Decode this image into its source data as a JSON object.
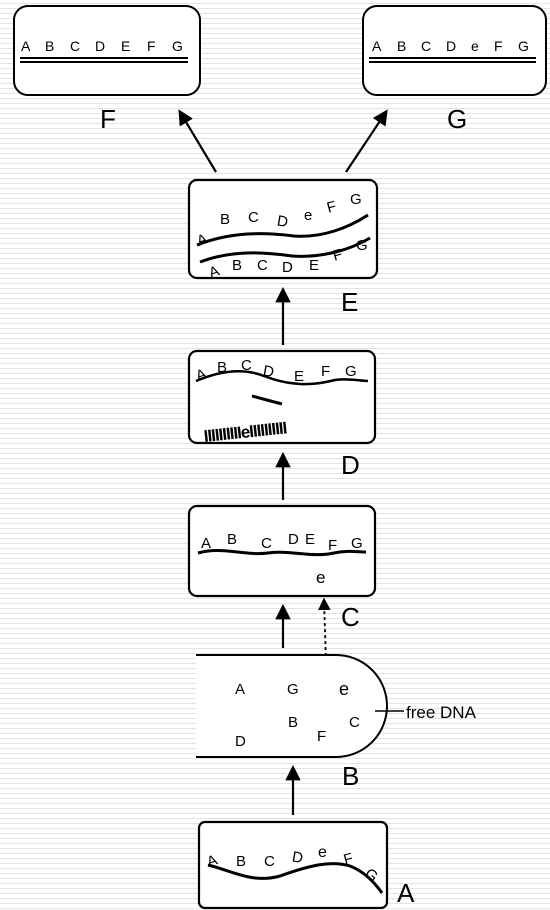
{
  "diagram": {
    "panels": {
      "A": {
        "label": "A",
        "letters": [
          "A",
          "B",
          "C",
          "D",
          "e",
          "F",
          "G"
        ]
      },
      "B": {
        "label": "B",
        "letters": [
          "A",
          "G",
          "e",
          "B",
          "C",
          "D",
          "F"
        ],
        "free_dna_label": "free DNA"
      },
      "C": {
        "label": "C",
        "letters": [
          "A",
          "B",
          "C",
          "D",
          "E",
          "F",
          "G"
        ],
        "free_letter": "e"
      },
      "D": {
        "label": "D",
        "letters": [
          "A",
          "B",
          "C",
          "D",
          "E",
          "F",
          "G"
        ],
        "strand_text": "IIIIIIIIIIeIIIIIIIIII"
      },
      "E": {
        "label": "E",
        "top_letters": [
          "A",
          "B",
          "C",
          "D",
          "e",
          "F",
          "G"
        ],
        "bottom_letters": [
          "A",
          "B",
          "C",
          "D",
          "E",
          "F",
          "G"
        ]
      },
      "F": {
        "label": "F",
        "letters": [
          "A",
          "B",
          "C",
          "D",
          "E",
          "F",
          "G"
        ]
      },
      "G": {
        "label": "G",
        "letters": [
          "A",
          "B",
          "C",
          "D",
          "e",
          "F",
          "G"
        ]
      }
    },
    "colors": {
      "line": "#000000",
      "background": "#ffffff",
      "stripe": "#c8c8c8"
    }
  }
}
